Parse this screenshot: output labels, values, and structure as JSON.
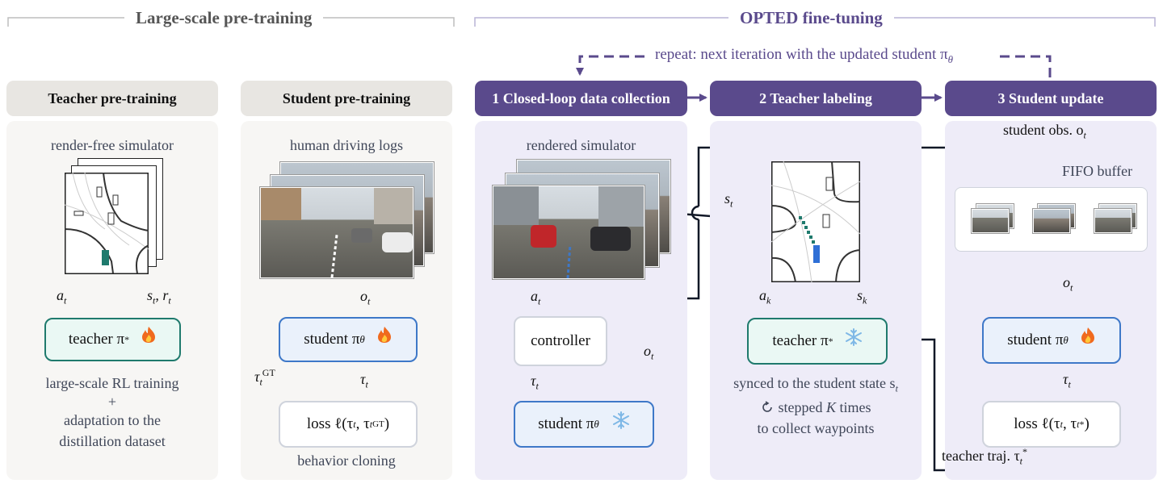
{
  "sections": {
    "left_title": "Large-scale pre-training",
    "right_title": "OPTED fine-tuning",
    "repeat_text": "repeat: next iteration with the updated student π",
    "repeat_sub": "θ"
  },
  "panels": {
    "teacher_pretraining": {
      "header": "Teacher pre-training",
      "env_label": "render-free simulator",
      "action_label": "a",
      "action_sub": "t",
      "state_label": "s",
      "state_sub": "t",
      "reward_label": ", r",
      "reward_sub": "t",
      "teacher_box": "teacher π",
      "teacher_sup": "*",
      "fire_icon": "fire-icon",
      "caption_1": "large-scale RL training",
      "caption_plus": "+",
      "caption_2": "adaptation to the",
      "caption_3": "distillation dataset"
    },
    "student_pretraining": {
      "header": "Student pre-training",
      "env_label": "human driving logs",
      "obs_label": "o",
      "obs_sub": "t",
      "student_box": "student π",
      "student_sub": "θ",
      "fire_icon": "fire-icon",
      "tau_label": "τ",
      "tau_sub": "t",
      "gt_label": "τ",
      "gt_sub": "t",
      "gt_sup": "GT",
      "loss_box": "loss ℓ(τ",
      "loss_mid": ", τ",
      "loss_sup": "GT",
      "loss_end": ")",
      "caption": "behavior cloning"
    },
    "closed_loop": {
      "header": "1  Closed-loop data collection",
      "env_label": "rendered simulator",
      "action_label": "a",
      "action_sub": "t",
      "controller_box": "controller",
      "tau_label": "τ",
      "tau_sub": "t",
      "obs_label": "o",
      "obs_sub": "t",
      "student_box": "student π",
      "student_sub": "θ",
      "snow_icon": "snowflake-icon"
    },
    "teacher_labeling": {
      "header": "2  Teacher labeling",
      "state_label": "s",
      "state_sub": "t",
      "ak_label": "a",
      "ak_sub": "k",
      "sk_label": "s",
      "sk_sub": "k",
      "teacher_box": "teacher π",
      "teacher_sup": "*",
      "snow_icon": "snowflake-icon",
      "caption_1": "synced to the student state s",
      "caption_1_sub": "t",
      "caption_2a": "stepped ",
      "caption_2k": "K",
      "caption_2b": " times",
      "caption_3": "to collect waypoints",
      "loop_icon": "refresh-icon"
    },
    "student_update": {
      "header": "3  Student update",
      "obs_caption": "student obs. o",
      "obs_caption_sub": "t",
      "buffer_label": "FIFO buffer",
      "obs_label": "o",
      "obs_sub": "t",
      "student_box": "student π",
      "student_sub": "θ",
      "fire_icon": "fire-icon",
      "tau_label": "τ",
      "tau_sub": "t",
      "loss_box": "loss ℓ(τ",
      "loss_mid": ", τ",
      "loss_sup": "*",
      "loss_end": ")",
      "traj_label": "teacher traj. τ",
      "traj_sub": "t",
      "traj_sup": "*"
    }
  },
  "colors": {
    "purple": "#5a4a8c",
    "teal": "#1f7a6d",
    "blue": "#3e78c8",
    "arrow": "#111827"
  }
}
